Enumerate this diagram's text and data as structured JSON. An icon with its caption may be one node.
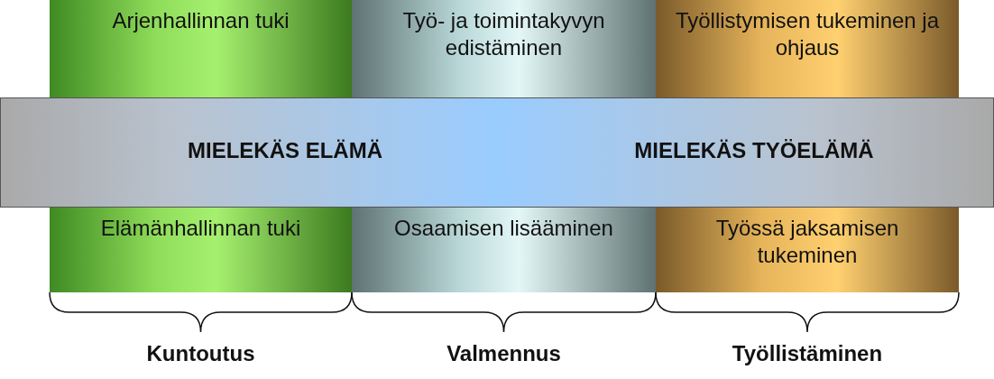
{
  "diagram": {
    "nodes": [
      {
        "text": [
          "Arjenhallinnan tuki"
        ]
      },
      {
        "text": [
          "Työ- ja toimintakyvyn edistäminen"
        ]
      },
      {
        "text": [
          "Työllistymisen tukeminen ja ohjaus"
        ]
      },
      {
        "text": [
          "MIELEKÄS ELÄMÄ",
          "MIELEKÄS TYÖELÄMÄ"
        ]
      },
      {
        "text": [
          "Elämänhallinnan tuki"
        ]
      },
      {
        "text": [
          "Osaamisen lisääminen"
        ]
      },
      {
        "text": [
          "Työssä jaksamisen tukeminen"
        ]
      }
    ],
    "edges": [],
    "labels": [
      "Kuntoutus",
      "Valmennus",
      "Työllistäminen"
    ]
  }
}
